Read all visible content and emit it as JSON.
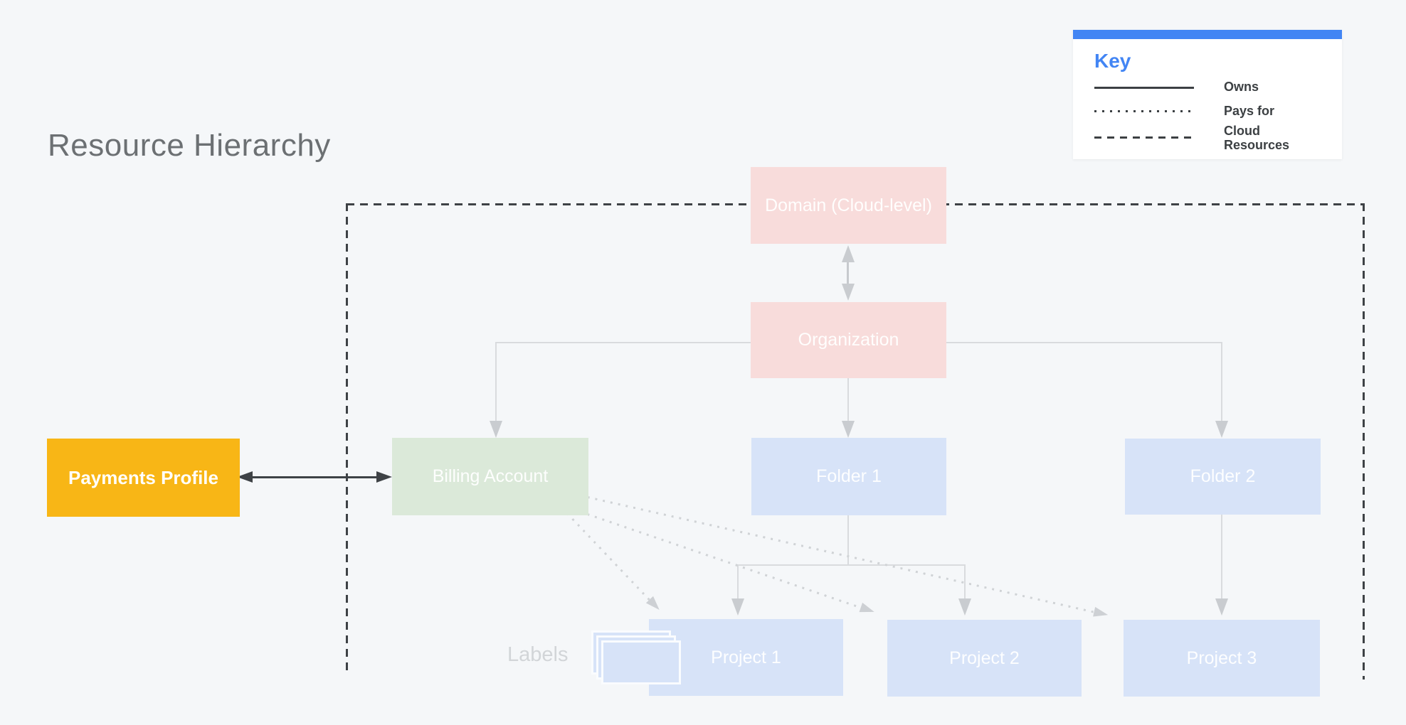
{
  "title": "Resource Hierarchy",
  "legend": {
    "title": "Key",
    "items": [
      {
        "line_style": "solid",
        "label": "Owns"
      },
      {
        "line_style": "dotted",
        "label": "Pays for"
      },
      {
        "line_style": "dashed",
        "label": "Cloud Resources"
      }
    ]
  },
  "nodes": {
    "payments_profile": {
      "label": "Payments Profile",
      "color": "#f8b616"
    },
    "domain": {
      "label": "Domain (Cloud-level)",
      "color": "#f8dcdb"
    },
    "organization": {
      "label": "Organization",
      "color": "#f8dcdb"
    },
    "billing_account": {
      "label": "Billing Account",
      "color": "#dbe9d9"
    },
    "folder_1": {
      "label": "Folder 1",
      "color": "#d7e3f8"
    },
    "folder_2": {
      "label": "Folder 2",
      "color": "#d7e3f8"
    },
    "project_1": {
      "label": "Project 1",
      "color": "#d7e3f8"
    },
    "project_2": {
      "label": "Project 2",
      "color": "#d7e3f8"
    },
    "project_3": {
      "label": "Project 3",
      "color": "#d7e3f8"
    }
  },
  "annotations": {
    "labels_caption": "Labels"
  },
  "colors": {
    "background": "#f5f7f9",
    "legend_accent": "#4285f4",
    "dark_line": "#3e4246",
    "light_connector": "#d9dbde",
    "dotted_ray": "#d0d3d6",
    "node_text": "#ffffff",
    "title_text": "#6c7073"
  }
}
